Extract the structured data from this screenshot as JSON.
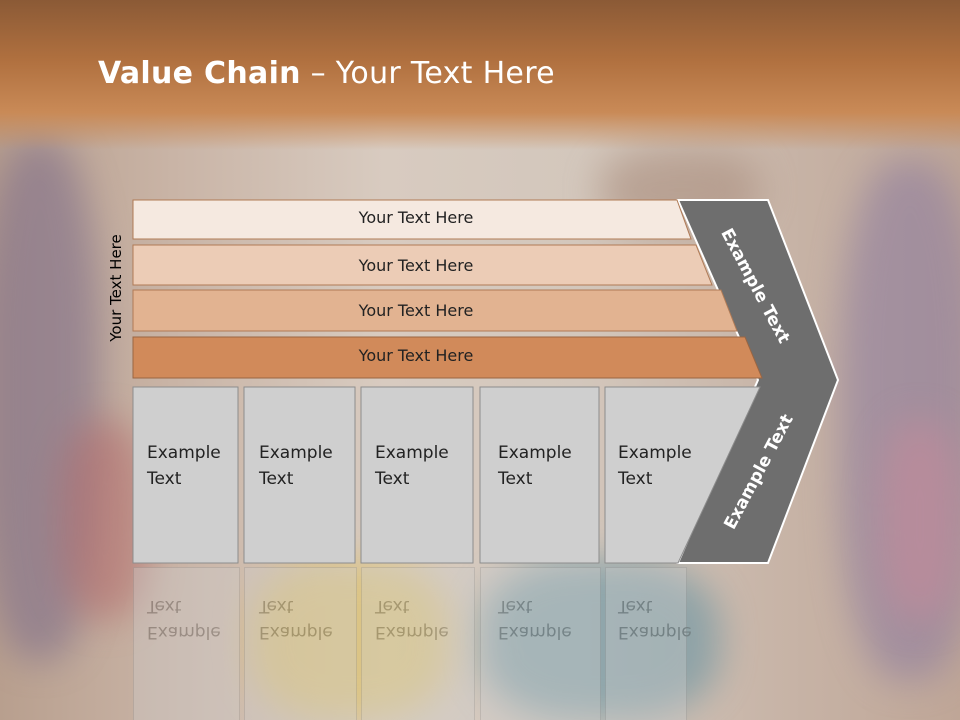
{
  "title": {
    "bold": "Value Chain",
    "rest": " – Your Text Here"
  },
  "side_label": "Your Text Here",
  "rows": [
    {
      "label": "Your Text Here",
      "color": "#f5e9e0"
    },
    {
      "label": "Your Text Here",
      "color": "#ecccb6"
    },
    {
      "label": "Your Text Here",
      "color": "#e2b391"
    },
    {
      "label": "Your Text Here",
      "color": "#d18a5a"
    }
  ],
  "cards": [
    {
      "line1": "Example",
      "line2": "Text"
    },
    {
      "line1": "Example",
      "line2": "Text"
    },
    {
      "line1": "Example",
      "line2": "Text"
    },
    {
      "line1": "Example",
      "line2": "Text"
    },
    {
      "line1": "Example",
      "line2": "Text"
    }
  ],
  "chevron": {
    "upper_label": "Example Text",
    "lower_label": "Example Text",
    "color": "#6e6e6e"
  }
}
